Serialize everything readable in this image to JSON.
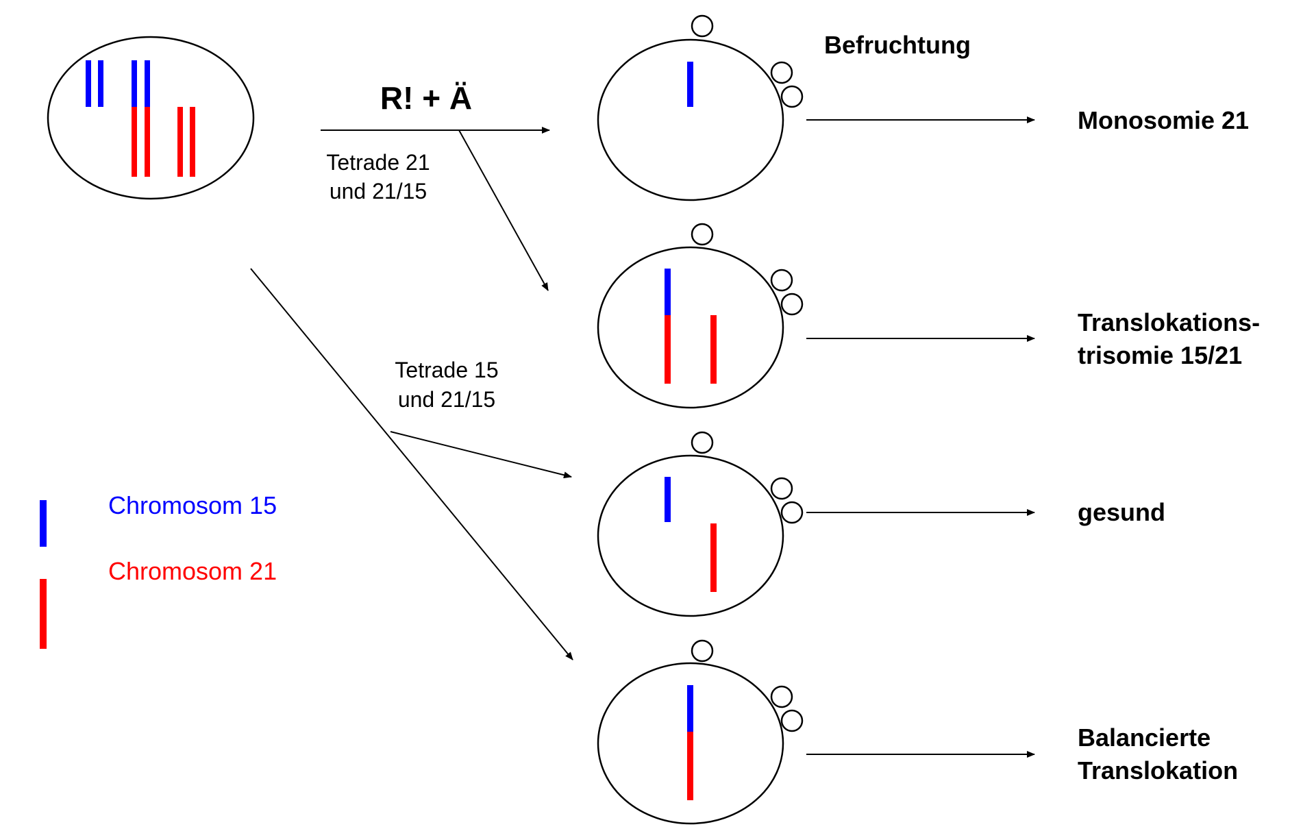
{
  "title_fertilization": "Befruchtung",
  "mutation_label": "R! + Ä",
  "tetrad_21": {
    "line1": "Tetrade  21",
    "line2": "und 21/15"
  },
  "tetrad_15": {
    "line1": "Tetrade  15",
    "line2": "und 21/15"
  },
  "outcomes": [
    {
      "line1": "Monosomie 21",
      "line2": ""
    },
    {
      "line1": "Translokations-",
      "line2": "trisomie 15/21"
    },
    {
      "line1": "gesund",
      "line2": ""
    },
    {
      "line1": "Balancierte",
      "line2": "Translokation"
    }
  ],
  "legend": {
    "chromosome_15": "Chromosom 15",
    "chromosome_21": "Chromosom 21"
  },
  "colors": {
    "chromosome_15": "#0000ff",
    "chromosome_21": "#ff0000",
    "line": "#000000"
  }
}
